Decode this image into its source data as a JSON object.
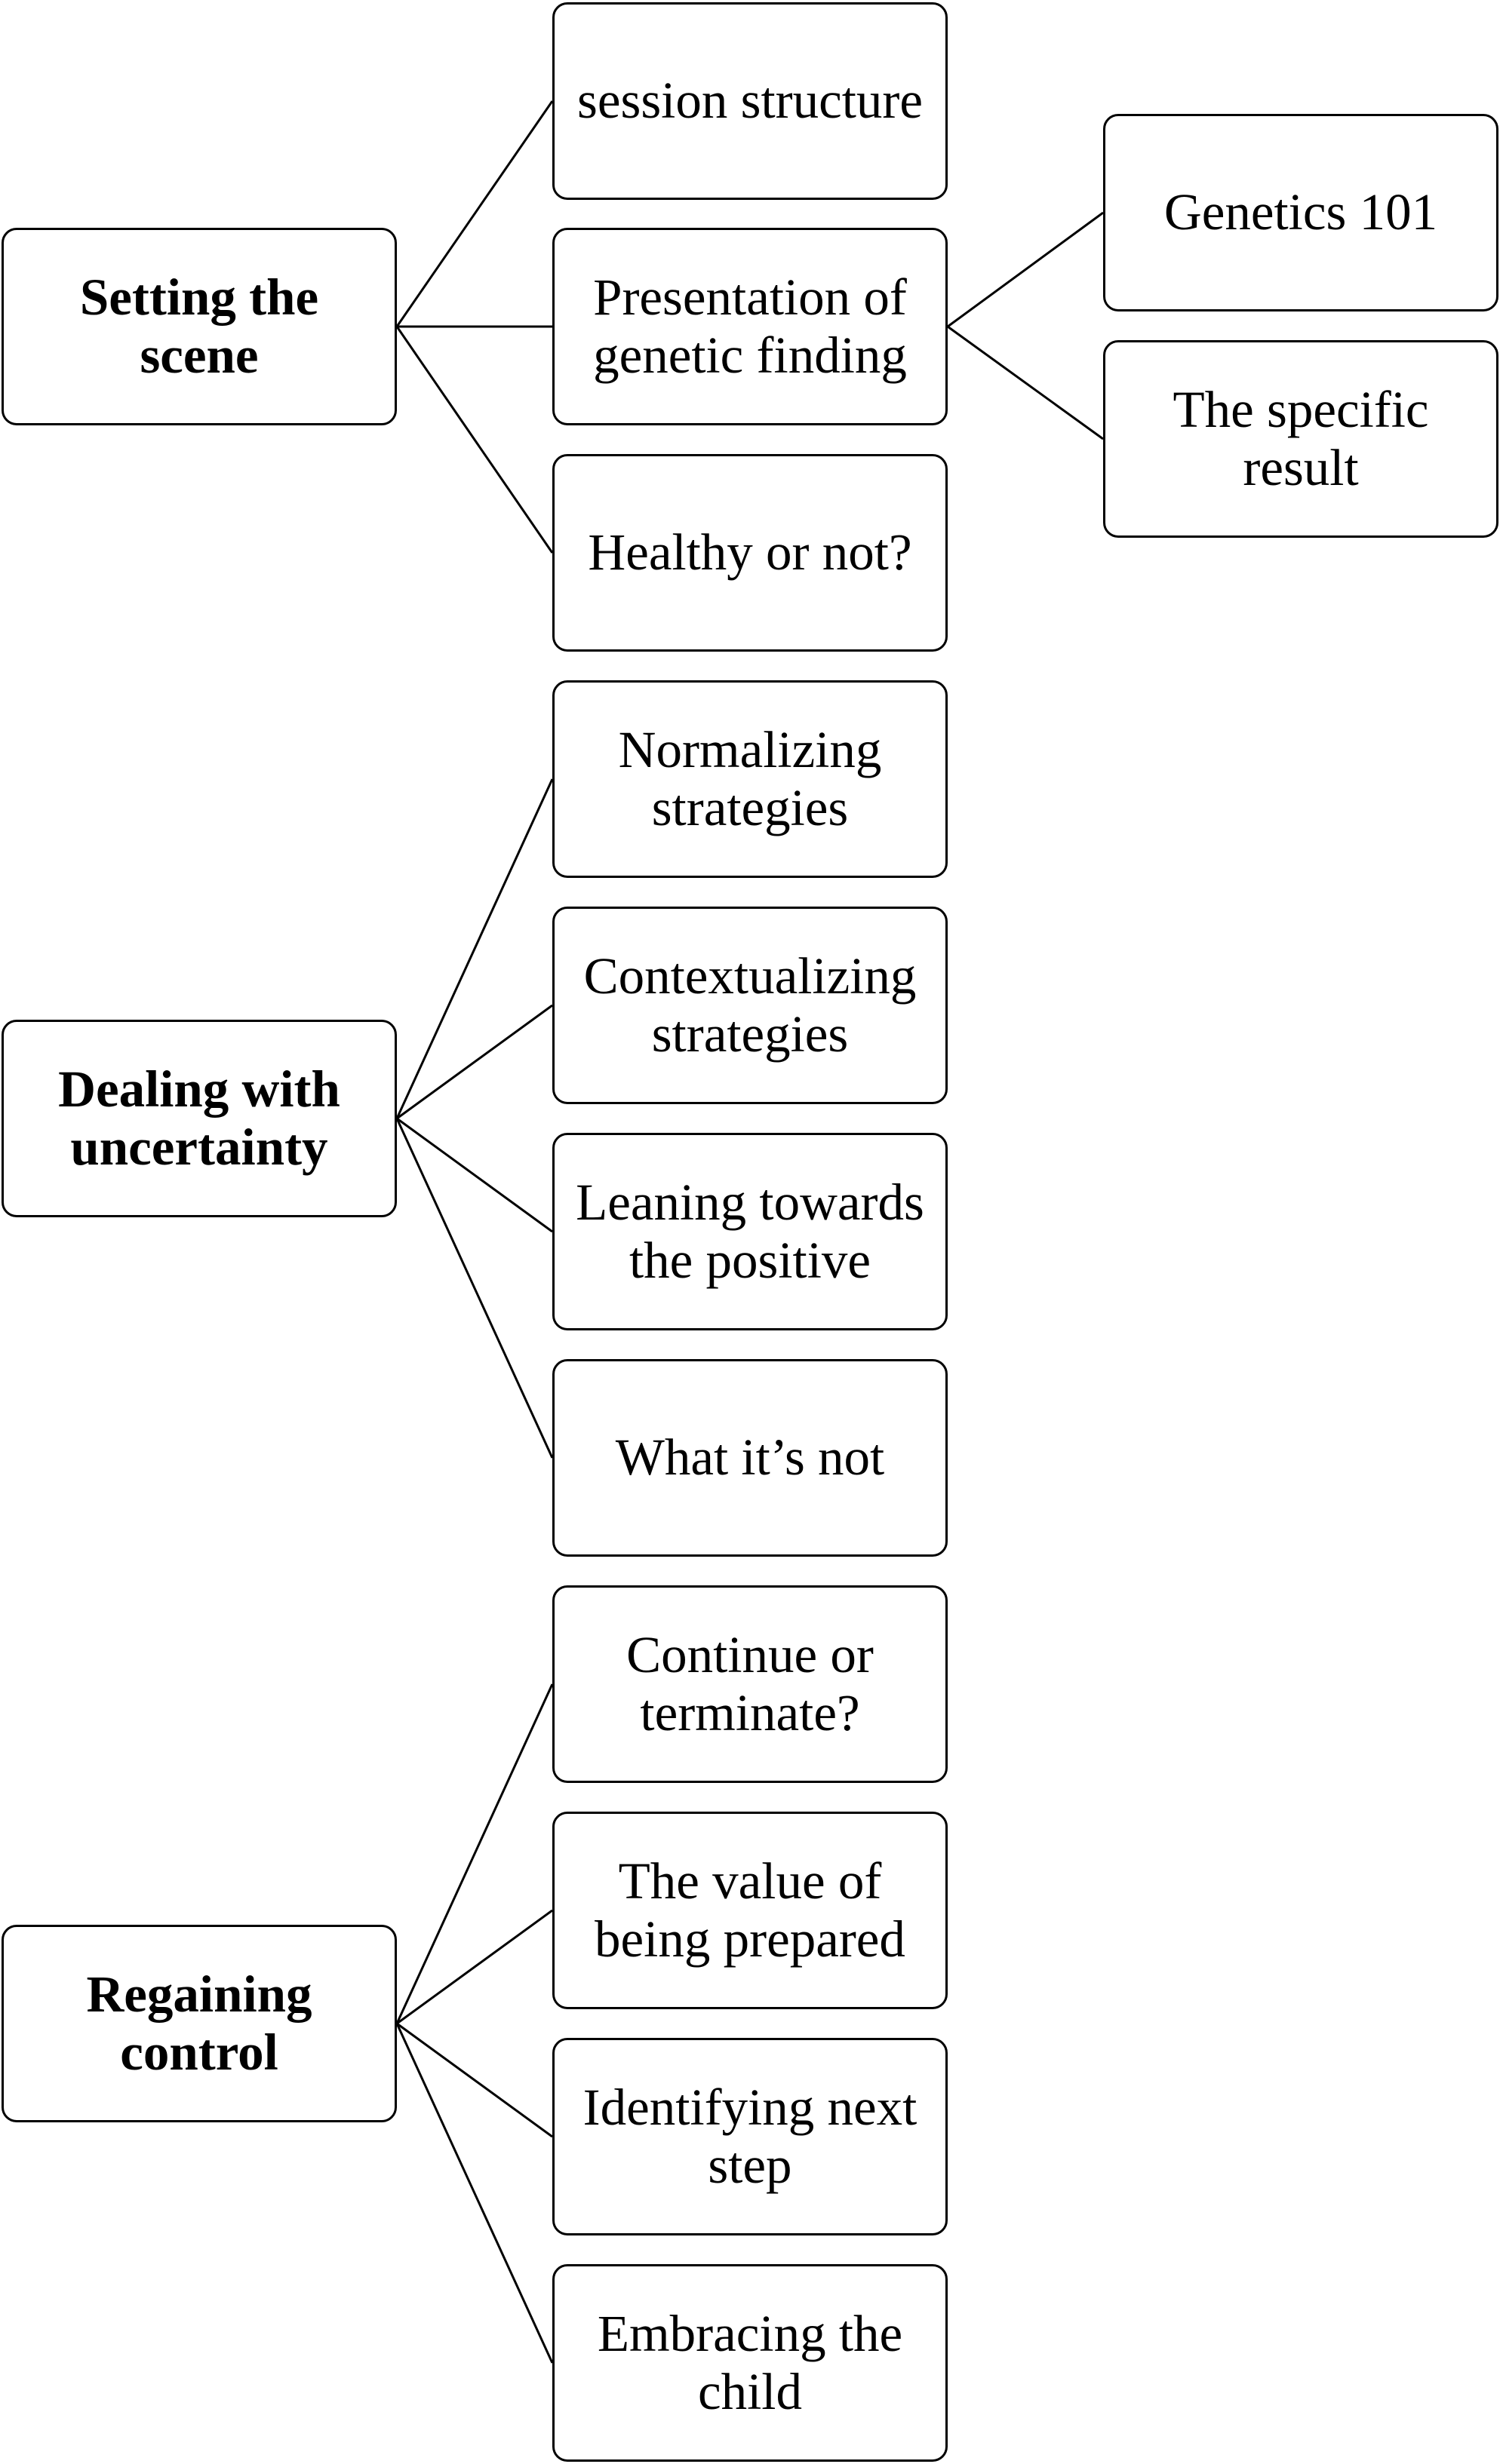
{
  "themes": [
    {
      "label": "Setting the\nscene",
      "subthemes": [
        {
          "label": "session structure"
        },
        {
          "label": "Presentation of\ngenetic finding",
          "children": [
            {
              "label": "Genetics 101"
            },
            {
              "label": "The specific\nresult"
            }
          ]
        },
        {
          "label": "Healthy or not?"
        }
      ]
    },
    {
      "label": "Dealing with\nuncertainty",
      "subthemes": [
        {
          "label": "Normalizing\nstrategies"
        },
        {
          "label": "Contextualizing\nstrategies"
        },
        {
          "label": "Leaning towards\nthe positive"
        },
        {
          "label": "What it’s not"
        }
      ]
    },
    {
      "label": "Regaining\ncontrol",
      "subthemes": [
        {
          "label": "Continue or\nterminate?"
        },
        {
          "label": "The value of\nbeing prepared"
        },
        {
          "label": "Identifying next\nstep"
        },
        {
          "label": "Embracing the\nchild"
        }
      ]
    }
  ]
}
